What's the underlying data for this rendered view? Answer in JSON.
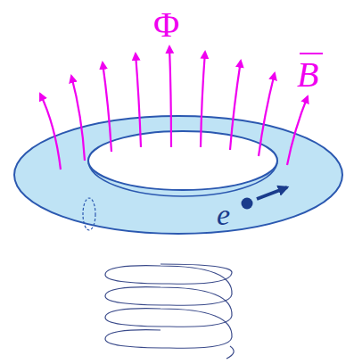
{
  "diagram": {
    "labels": [
      "Φ",
      "B",
      "e"
    ]
  }
}
